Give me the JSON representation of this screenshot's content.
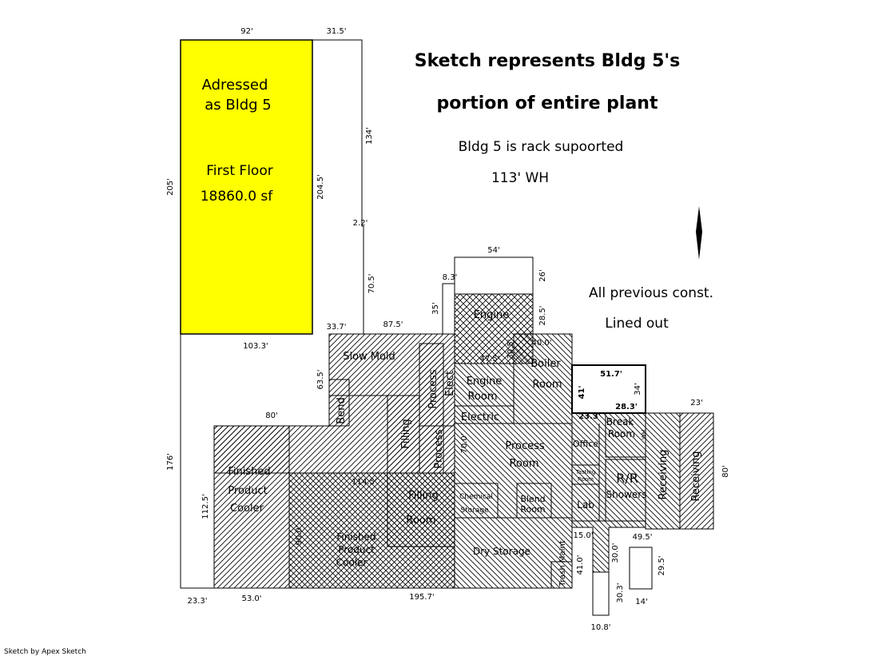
{
  "title_lines": [
    "Sketch represents Bldg 5's",
    "portion of entire plant"
  ],
  "notes": [
    "Bldg 5 is rack supoorted",
    "113' WH",
    "All previous const.",
    "Lined out"
  ],
  "yellow_area": {
    "lines": [
      "Adressed",
      "as Bldg 5"
    ],
    "floor": "First Floor",
    "area": "18860.0 sf",
    "color": "#ffff00"
  },
  "rooms": {
    "slow_mold": "Slow Mold",
    "bend": "Bend",
    "filling_v": "Filling",
    "process_v1": "Process",
    "process_v2": "Process",
    "elect": "Elect",
    "engine": "Engine",
    "engine_room": [
      "Engine",
      "Room"
    ],
    "electric": "Electric",
    "boiler": [
      "Boiler",
      "Room"
    ],
    "process_room": [
      "Process",
      "Room"
    ],
    "finished_left": [
      "Finished",
      "Product",
      "Cooler"
    ],
    "finished_main": [
      "Finished",
      "Product",
      "Cooler"
    ],
    "filling_room": [
      "Filling",
      "Room"
    ],
    "chemical": [
      "Chemical",
      "Storage"
    ],
    "blend": [
      "Blend",
      "Room"
    ],
    "dry_storage": "Dry Storage",
    "trash": "Trash Maint",
    "office": "Office",
    "break": [
      "Break",
      "Room"
    ],
    "tasting": [
      "Tasting",
      "Room"
    ],
    "lab": "Lab",
    "rr": "R/R",
    "showers": "Showers",
    "receiving1": "Receiving",
    "receiving2": "Receiving",
    "wh": "WH"
  },
  "dimensions": {
    "d92": "92'",
    "d31_5": "31.5'",
    "d205": "205'",
    "d204_5": "204.5'",
    "d134": "134'",
    "d2_2": "2.2'",
    "d70_5": "70.5'",
    "d33_7": "33.7'",
    "d87_5": "87.5'",
    "d103_3": "103.3'",
    "d63_5": "63.5'",
    "d80a": "80'",
    "d176": "176'",
    "d112_5": "112.5'",
    "d114_5": "114.5'",
    "d90": "90.0'",
    "d23_3b": "23.3'",
    "d53": "53.0'",
    "d195_7": "195.7'",
    "d54": "54'",
    "d26": "26'",
    "d8_3": "8.3'",
    "d35": "35'",
    "d28_5": "28.5'",
    "d40": "40.0'",
    "d47_5": "47.5'",
    "d30_5": "30.5'",
    "d70": "70.0'",
    "d51_7": "51.7'",
    "d41": "41'",
    "d34": "34'",
    "d28_3": "28.3'",
    "d23_3": "23.3'",
    "d23": "23'",
    "d80b": "80'",
    "d15": "15.0'",
    "d41_0": "41.0'",
    "d30_0": "30.0'",
    "d49_5": "49.5'",
    "d29_5": "29.5'",
    "d30_3": "30.3'",
    "d14": "14'",
    "d10_8": "10.8'"
  },
  "footer": "Sketch by Apex Sketch"
}
